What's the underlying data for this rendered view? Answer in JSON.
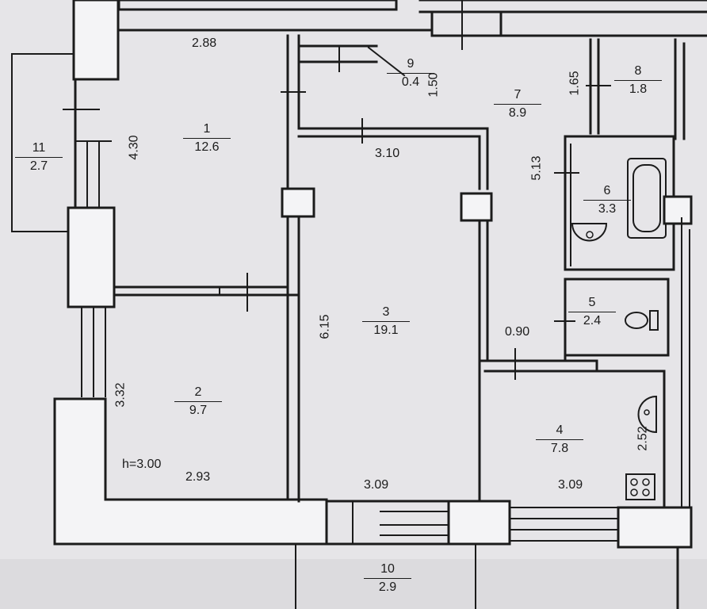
{
  "rooms": [
    {
      "number": "1",
      "area": "12.6"
    },
    {
      "number": "2",
      "area": "9.7"
    },
    {
      "number": "3",
      "area": "19.1"
    },
    {
      "number": "4",
      "area": "7.8"
    },
    {
      "number": "5",
      "area": "2.4"
    },
    {
      "number": "6",
      "area": "3.3"
    },
    {
      "number": "7",
      "area": "8.9"
    },
    {
      "number": "8",
      "area": "1.8"
    },
    {
      "number": "9",
      "area": "0.4"
    },
    {
      "number": "10",
      "area": "2.9"
    },
    {
      "number": "11",
      "area": "2.7"
    }
  ],
  "dimensions": {
    "room1_width": "2.88",
    "room1_length": "4.30",
    "room2_length": "3.32",
    "room2_width": "2.93",
    "ceiling_height": "h=3.00",
    "room3_top": "3.10",
    "room3_length": "6.15",
    "room3_bottom": "3.09",
    "hall_depth": "1.50",
    "hall_side": "1.65",
    "hall_length": "5.13",
    "corridor_width": "0.90",
    "kitchen_width": "3.09",
    "kitchen_length": "2.52"
  },
  "colors": {
    "paper": "#e6e5e8",
    "ink": "#1b1b1b",
    "wall_fill": "#f4f4f6"
  }
}
